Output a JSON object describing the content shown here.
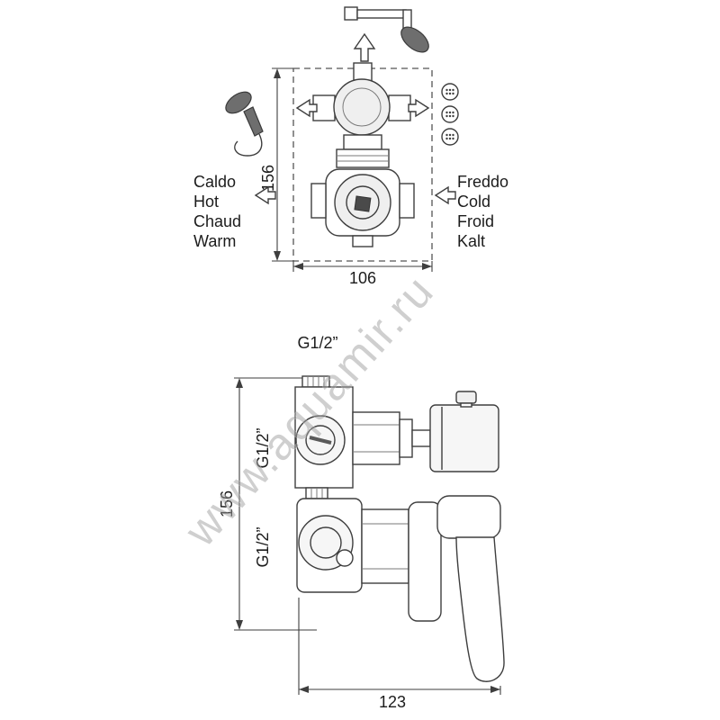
{
  "watermark": {
    "text": "www.aquamir.ru"
  },
  "top_diagram": {
    "height_dim": "156",
    "width_dim": "106",
    "hot_lines": [
      "Caldo",
      "Hot",
      "Chaud",
      "Warm"
    ],
    "cold_lines": [
      "Freddo",
      "Cold",
      "Froid",
      "Kalt"
    ]
  },
  "bottom_diagram": {
    "height_dim": "156",
    "width_dim": "123",
    "thread_top": "G1/2”",
    "thread_mid": "G1/2”",
    "thread_bottom": "G1/2”"
  }
}
